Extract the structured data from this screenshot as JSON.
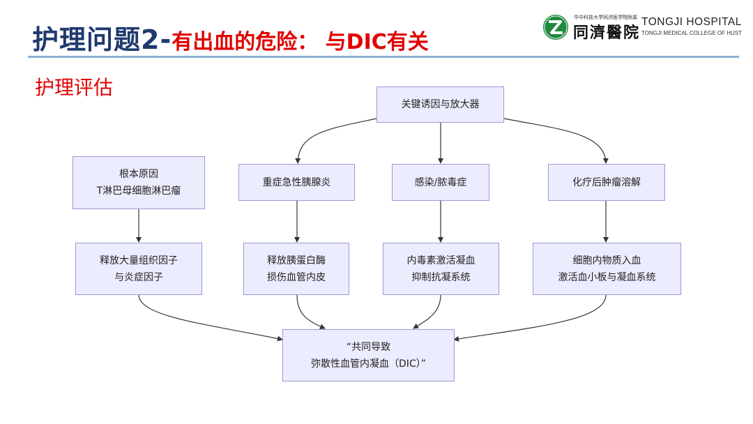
{
  "header": {
    "title_main": "护理问题2-",
    "title_sub": "有出血的危险： 与DIC有关"
  },
  "logo": {
    "small_text": "华中科技大学同济医学院附属",
    "cn_name": "同濟醫院",
    "en_name": "TONGJI HOSPITAL",
    "en_subname": "TONGJI MEDICAL COLLEGE OF HUST",
    "mark_color": "#1f8a3c"
  },
  "section_title": "护理评估",
  "diagram": {
    "nodes": {
      "key_trigger": {
        "lines": [
          "关键诱因与放大器"
        ]
      },
      "root_cause": {
        "lines": [
          "根本原因",
          "T淋巴母细胞淋巴瘤"
        ]
      },
      "pancreatitis": {
        "lines": [
          "重症急性胰腺炎"
        ]
      },
      "sepsis": {
        "lines": [
          "感染/脓毒症"
        ]
      },
      "tumor_lysis": {
        "lines": [
          "化疗后肿瘤溶解"
        ]
      },
      "release_factors": {
        "lines": [
          "释放大量组织因子",
          "与炎症因子"
        ]
      },
      "trypsin": {
        "lines": [
          "释放胰蛋白酶",
          "损伤血管内皮"
        ]
      },
      "endotoxin": {
        "lines": [
          "内毒素激活凝血",
          "抑制抗凝系统"
        ]
      },
      "cell_contents": {
        "lines": [
          "细胞内物质入血",
          "激活血小板与凝血系统"
        ]
      },
      "dic": {
        "lines": [
          "“共同导致",
          "弥散性血管内凝血（DIC）”"
        ]
      }
    },
    "colors": {
      "node_fill": "#ececff",
      "node_border": "#9c98d6",
      "edge": "#333333"
    }
  }
}
